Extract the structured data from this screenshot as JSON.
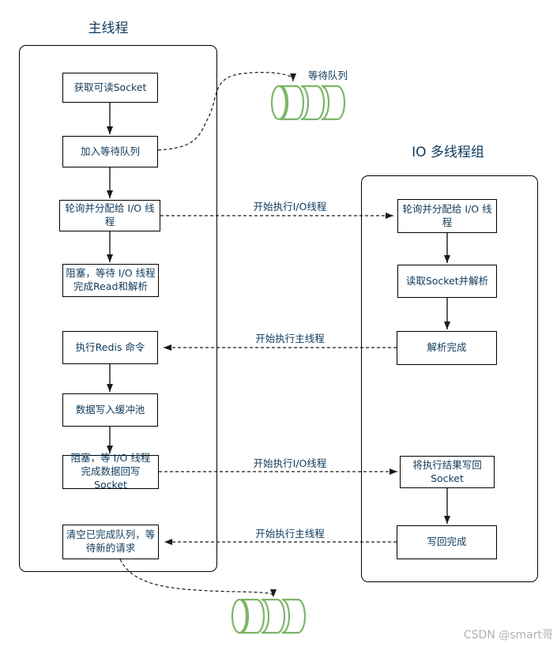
{
  "main_thread": {
    "title": "主线程",
    "nodes": [
      "获取可读Socket",
      "加入等待队列",
      "轮询并分配给 I/O 线程",
      "阻塞，等待 I/O 线程\n完成Read和解析",
      "执行Redis 命令",
      "数据写入缓冲池",
      "阻塞，等 I/O 线程\n完成数据回写Socket",
      "清空已完成队列，等\n待新的请求"
    ]
  },
  "io_thread_group": {
    "title": "IO 多线程组",
    "nodes": [
      "轮询并分配给 I/O 线程",
      "读取Socket并解析",
      "解析完成",
      "将执行结果写回\nSocket",
      "写回完成"
    ]
  },
  "edge_labels": {
    "start_io_1": "开始执行I/O线程",
    "start_main_1": "开始执行主线程",
    "start_io_2": "开始执行I/O线程",
    "start_main_2": "开始执行主线程"
  },
  "queues": {
    "top_label": "等待队列"
  },
  "watermark": "CSDN @smart哥",
  "colors": {
    "node_text": "#0e3a5c",
    "node_border": "#000000",
    "queue_green": "#7cb566",
    "connector": "#1a1a1a",
    "watermark_gray": "#b0b0b0"
  }
}
